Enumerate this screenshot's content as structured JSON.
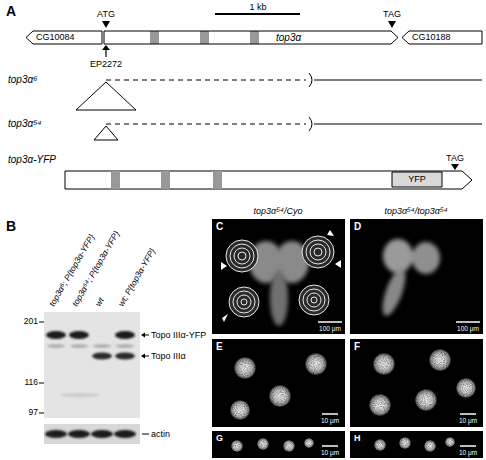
{
  "diagram": {
    "nodes": [
      {
        "text": [
          "CG10084"
        ]
      },
      {
        "text": [
          "top3α"
        ]
      },
      {
        "text": [
          "CG10188"
        ]
      },
      {
        "text": [
          "YFP"
        ]
      }
    ],
    "labels": [
      "A",
      "ATG",
      "1 kb",
      "TAG",
      "EP2272",
      "top3α⁶",
      "top3α⁵⁴",
      "top3α-YFP",
      "TAG",
      "B",
      "top3α⁶; P{top3α-YFP}",
      "top3α⁵⁴; P{top3α-YFP}",
      "wt",
      "wt; P{top3α-YFP}",
      "201",
      "116",
      "97",
      "Topo IIIα-YFP",
      "Topo IIIα",
      "actin",
      "top3α⁵⁴/Cyo",
      "top3α⁵⁴/top3α⁵⁴",
      "C",
      "D",
      "E",
      "F",
      "G",
      "H",
      "100 μm",
      "100 μm",
      "10 μm",
      "10 μm",
      "10 μm",
      "10 μm"
    ]
  }
}
